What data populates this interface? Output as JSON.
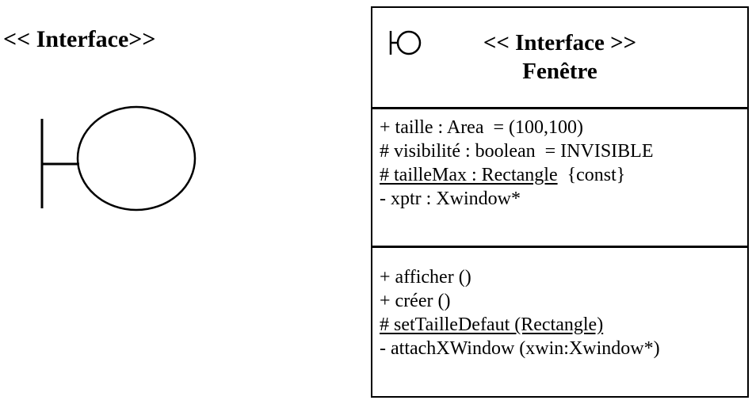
{
  "colors": {
    "ink": "#000000",
    "background": "#ffffff"
  },
  "left_interface": {
    "stereotype": "<< Interface>>",
    "symbol": "lollipop-interface-symbol"
  },
  "class_box": {
    "stereotype": "<< Interface >>",
    "name": "Fenêtre",
    "attributes": [
      {
        "underlined": "",
        "text": "+ taille : Area  = (100,100)"
      },
      {
        "underlined": "",
        "text": "# visibilité : boolean  = INVISIBLE"
      },
      {
        "underlined": "# tailleMax : Rectangle",
        "text": "  {const}"
      },
      {
        "underlined": "",
        "text": "- xptr : Xwindow*"
      }
    ],
    "operations": [
      {
        "underlined": "",
        "text": "+ afficher ()"
      },
      {
        "underlined": "",
        "text": "+ créer ()"
      },
      {
        "underlined": "# setTailleDefaut (Rectangle)",
        "text": ""
      },
      {
        "underlined": "",
        "text": "- attachXWindow (xwin:Xwindow*)"
      }
    ]
  }
}
